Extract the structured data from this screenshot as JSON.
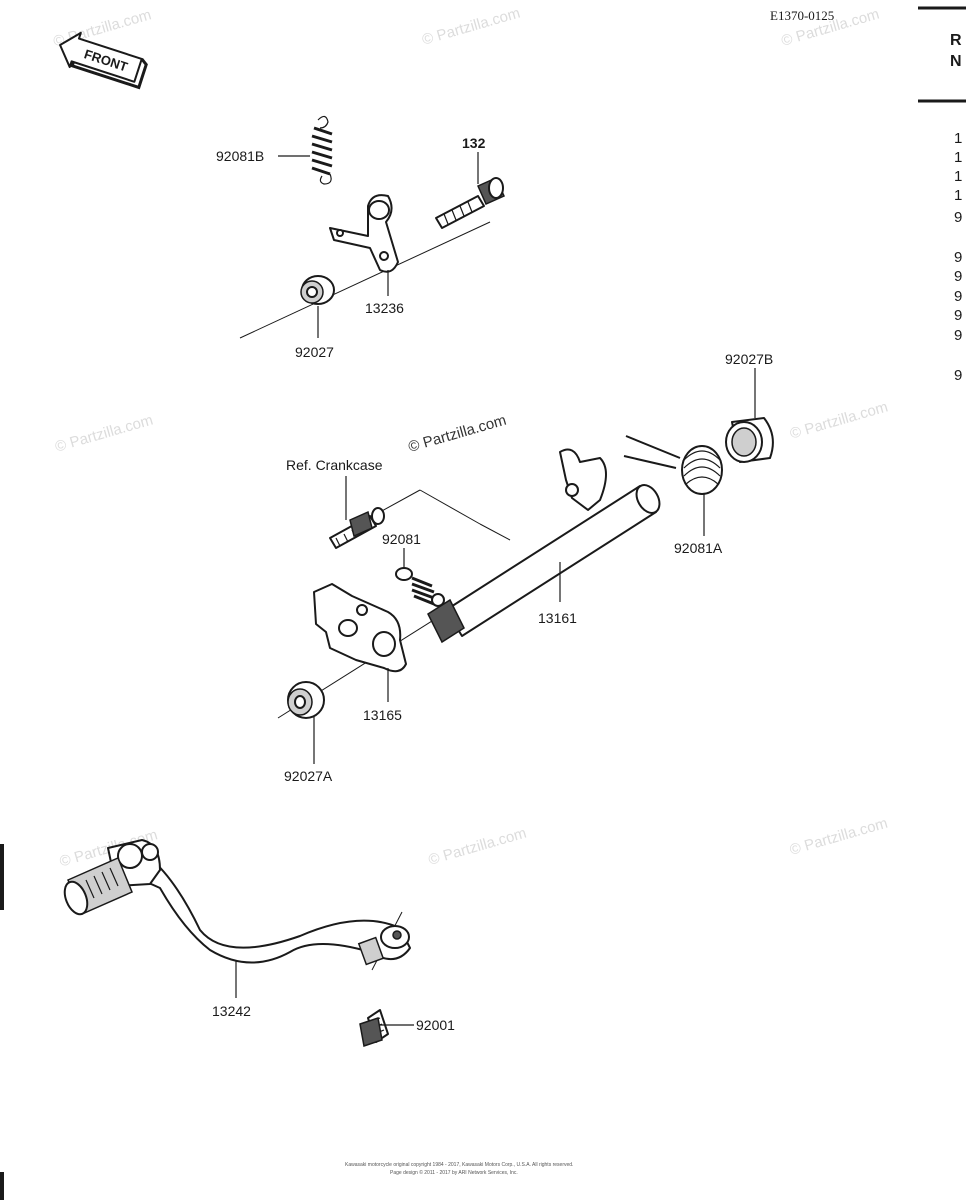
{
  "diagram_code": "E1370-0125",
  "front_arrow": {
    "label": "FRONT",
    "icon": "front-arrow-icon"
  },
  "side_column": {
    "header": [
      "R",
      "N"
    ],
    "entries": [
      "1",
      "1",
      "1",
      "1",
      "9",
      "9",
      "9",
      "9",
      "9",
      "9",
      "9"
    ]
  },
  "callouts": {
    "p92081B": "92081B",
    "p132": "132",
    "p13236": "13236",
    "p92027": "92027",
    "p92027B": "92027B",
    "ref_crankcase": "Ref. Crankcase",
    "p92081": "92081",
    "p92081A": "92081A",
    "p13161": "13161",
    "p13165": "13165",
    "p92027A": "92027A",
    "p13242": "13242",
    "p92001": "92001"
  },
  "watermark": "© Partzilla.com",
  "footer": {
    "line1": "Kawasaki motorcycle original copyright 1984 - 2017, Kawasaki Motors Corp., U.S.A.  All rights reserved.",
    "line2": "Page design © 2011 - 2017 by ARI Network Services, Inc."
  }
}
